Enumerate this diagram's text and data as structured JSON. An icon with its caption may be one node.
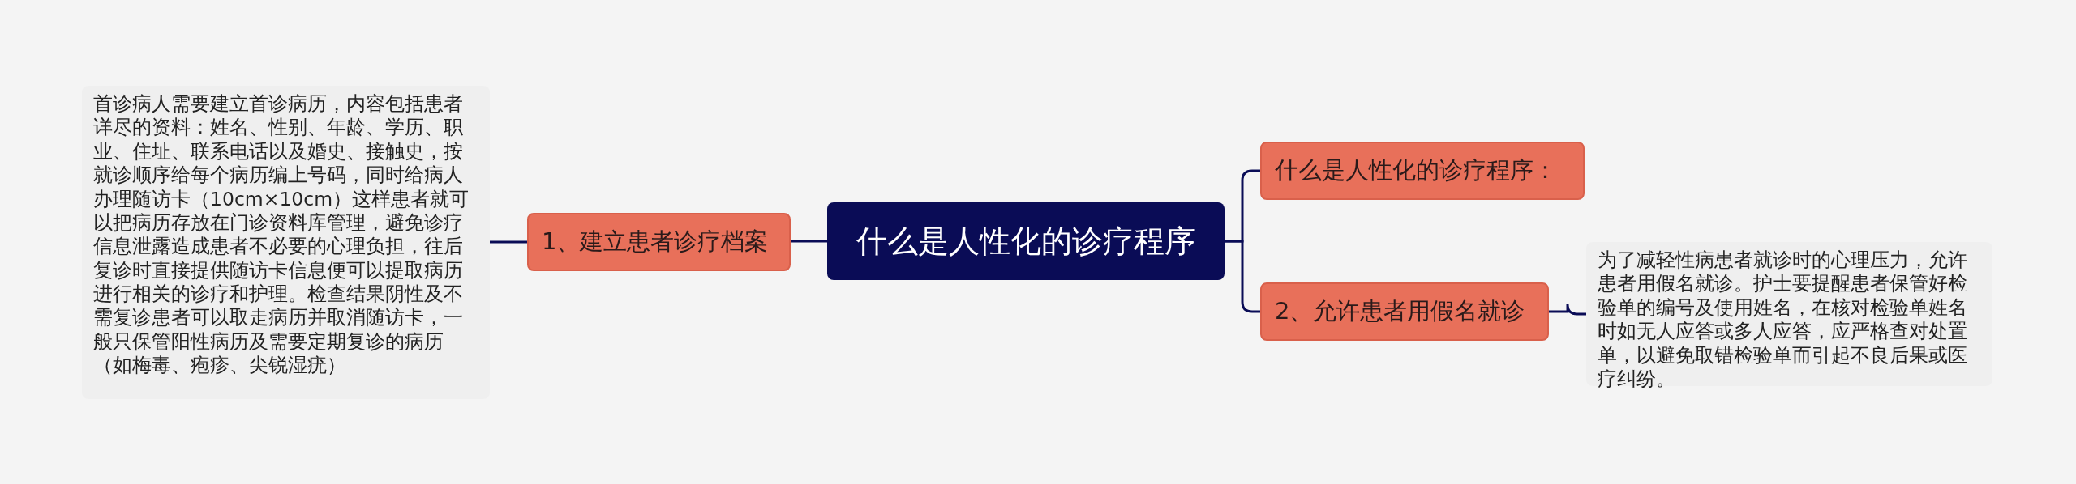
{
  "diagram": {
    "nodes": [
      {
        "text": [
          "什么是人性化的诊疗程序"
        ]
      },
      {
        "text": [
          "1、建立患者诊疗档案"
        ]
      },
      {
        "text": [
          "首诊病人需要建立首诊病历，内容包括患者详尽的资料：姓名、性别、年龄、学历、职业、住址、联系电话以及婚史、接触史，按就诊顺序给每个病历编上号码，同时给病人办理随访卡（10cm×10cm）这样患者就可以把病历存放在门诊资料库管理，避免诊疗信息泄露造成患者不必要的心理负担，往后复诊时直接提供随访卡信息便可以提取病历进行相关的诊疗和护理。检查结果阴性及不需复诊患者可以取走病历并取消随访卡，一般只保管阳性病历及需要定期复诊的病历（如梅毒、疱疹、尖锐湿疣）"
        ]
      },
      {
        "text": [
          "什么是人性化的诊疗程序："
        ]
      },
      {
        "text": [
          "2、允许患者用假名就诊"
        ]
      },
      {
        "text": [
          "为了减轻性病患者就诊时的心理压力，允许患者用假名就诊。护士要提醒患者保管好检验单的编号及使用姓名，在核对检验单姓名时如无人应答或多人应答，应严格查对处置单，以避免取错检验单而引起不良后果或医疗纠纷。"
        ]
      }
    ],
    "edges": [
      {
        "from": 0,
        "to": 1,
        "arrow": "none"
      },
      {
        "from": 1,
        "to": 2,
        "arrow": "none"
      },
      {
        "from": 0,
        "to": 3,
        "arrow": "none"
      },
      {
        "from": 0,
        "to": 4,
        "arrow": "none"
      },
      {
        "from": 4,
        "to": 5,
        "arrow": "none"
      }
    ]
  }
}
